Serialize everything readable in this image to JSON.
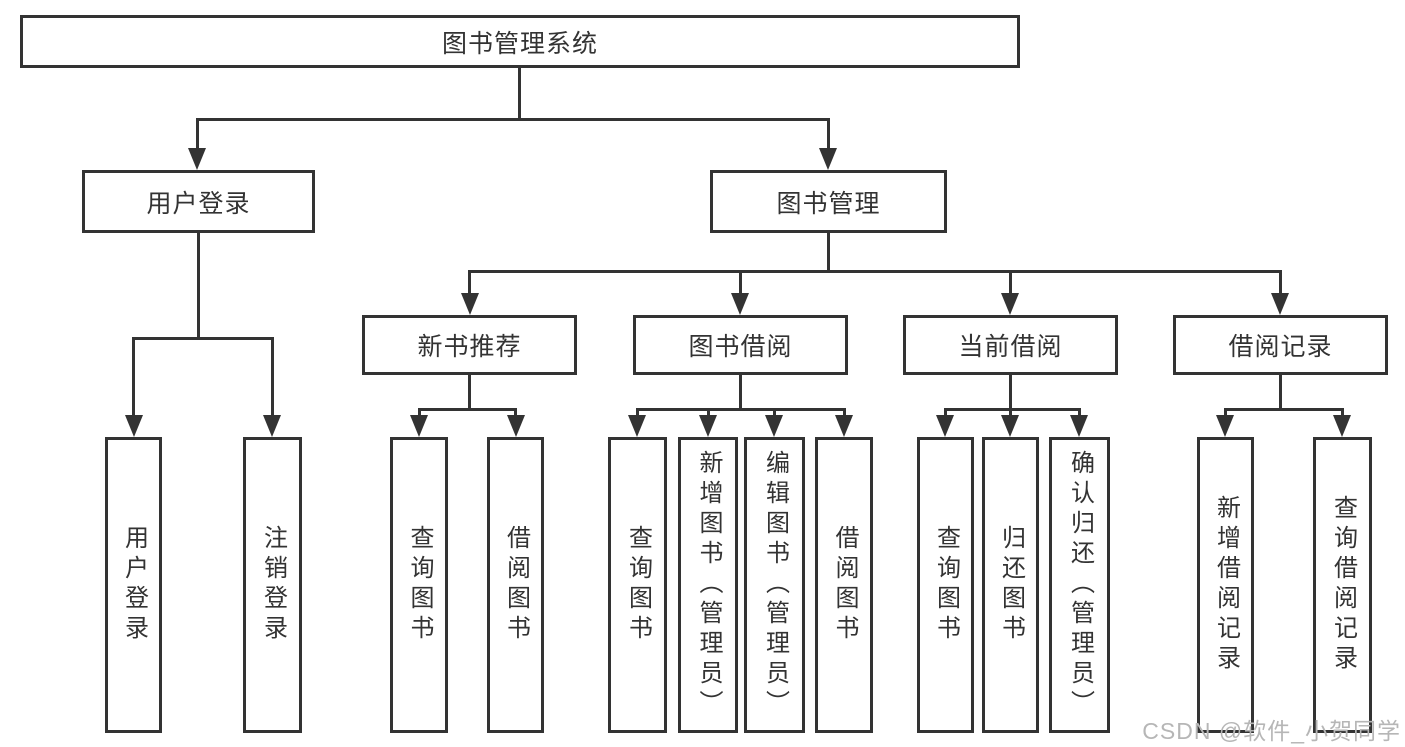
{
  "chart": {
    "root": {
      "label": "图书管理系统"
    },
    "children": [
      {
        "label": "用户登录",
        "children": [
          {
            "label": "用户登录"
          },
          {
            "label": "注销登录"
          }
        ]
      },
      {
        "label": "图书管理",
        "children": [
          {
            "label": "新书推荐",
            "children": [
              {
                "label": "查询图书"
              },
              {
                "label": "借阅图书"
              }
            ]
          },
          {
            "label": "图书借阅",
            "children": [
              {
                "label": "查询图书"
              },
              {
                "label": "新增图书（管理员）"
              },
              {
                "label": "编辑图书（管理员）"
              },
              {
                "label": "借阅图书"
              }
            ]
          },
          {
            "label": "当前借阅",
            "children": [
              {
                "label": "查询图书"
              },
              {
                "label": "归还图书"
              },
              {
                "label": "确认归还（管理员）"
              }
            ]
          },
          {
            "label": "借阅记录",
            "children": [
              {
                "label": "新增借阅记录"
              },
              {
                "label": "查询借阅记录"
              }
            ]
          }
        ]
      }
    ]
  },
  "watermark": {
    "text": "CSDN @软件_小贺同学"
  },
  "colors": {
    "line": "#333333",
    "text": "#333333",
    "background": "#ffffff",
    "watermark": "#b6b6b6"
  }
}
